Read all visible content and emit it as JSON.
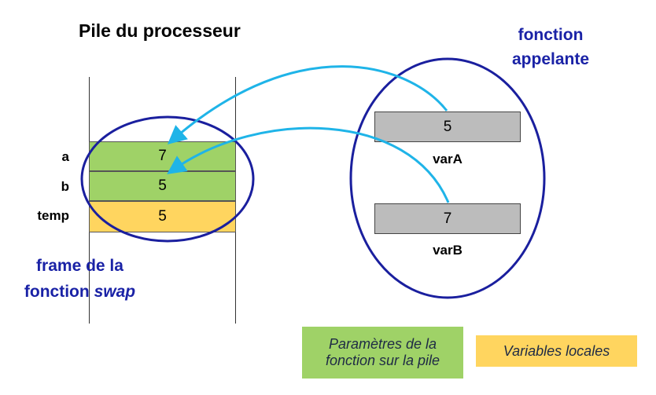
{
  "title": "Pile du processeur",
  "caller": {
    "line1": "fonction",
    "line2": "appelante"
  },
  "frame": {
    "line1": "frame de la",
    "line2_normal": "fonction ",
    "line2_italic": "swap"
  },
  "stack_rows": [
    {
      "label": "a",
      "value": "7"
    },
    {
      "label": "b",
      "value": "5"
    },
    {
      "label": "temp",
      "value": "5"
    }
  ],
  "vars": [
    {
      "label": "varA",
      "value": "5"
    },
    {
      "label": "varB",
      "value": "7"
    }
  ],
  "legend": {
    "params_line1": "Paramètres de la",
    "params_line2": "fonction sur la pile",
    "locals": "Variables locales"
  },
  "colors": {
    "ellipse": "#1a1f9e",
    "arrow": "#1fb4e8",
    "params": "#9fd267",
    "locals": "#ffd55f",
    "cell_grey": "#bcbcbc",
    "title_blue": "#1a22a6"
  }
}
